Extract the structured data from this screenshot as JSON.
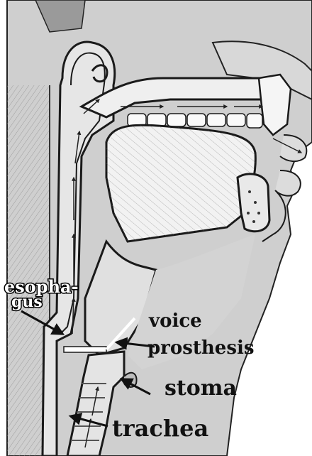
{
  "diagram": {
    "labels": {
      "esophagus_line1": "esopha-",
      "esophagus_line2": "gus",
      "voice_prosthesis_line1": "voice",
      "voice_prosthesis_line2": "prosthesis",
      "stoma": "stoma",
      "trachea": "trachea"
    },
    "colors": {
      "background": "#cfcfcf",
      "tissue": "#e6e6e6",
      "outline": "#1a1a1a",
      "label_text": "#111111",
      "label_white": "#ffffff"
    },
    "icons": [
      "arrow-icon",
      "airflow-arrow-icon"
    ]
  }
}
